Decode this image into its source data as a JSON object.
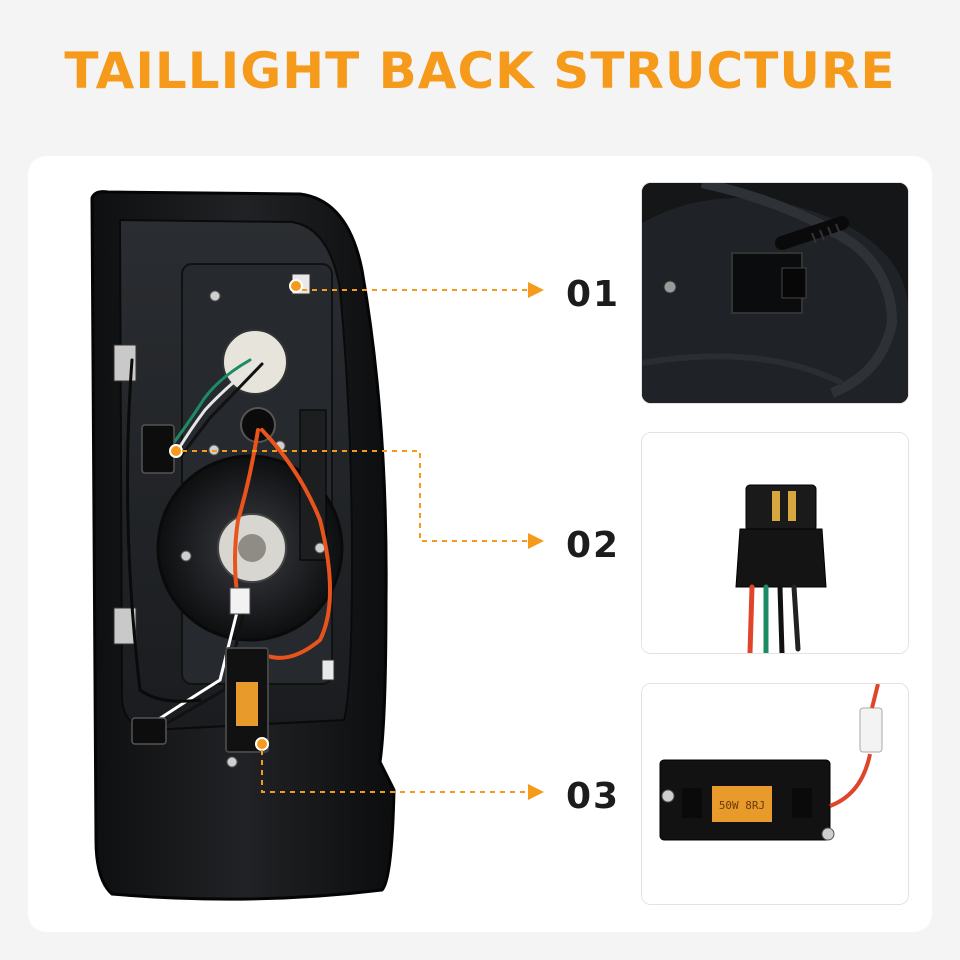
{
  "title": "TAILLIGHT BACK STRUCTURE",
  "colors": {
    "accent": "#f59a1b",
    "housing": "#17191b",
    "wire_orange": "#e8541c",
    "card": "#ffffff",
    "background": "#f4f4f4"
  },
  "callouts": [
    {
      "label": "01",
      "detail": "wire-clip"
    },
    {
      "label": "02",
      "detail": "wiring-connector"
    },
    {
      "label": "03",
      "detail": "load-resistor"
    }
  ],
  "resistor_marking": "50W 8RJ"
}
